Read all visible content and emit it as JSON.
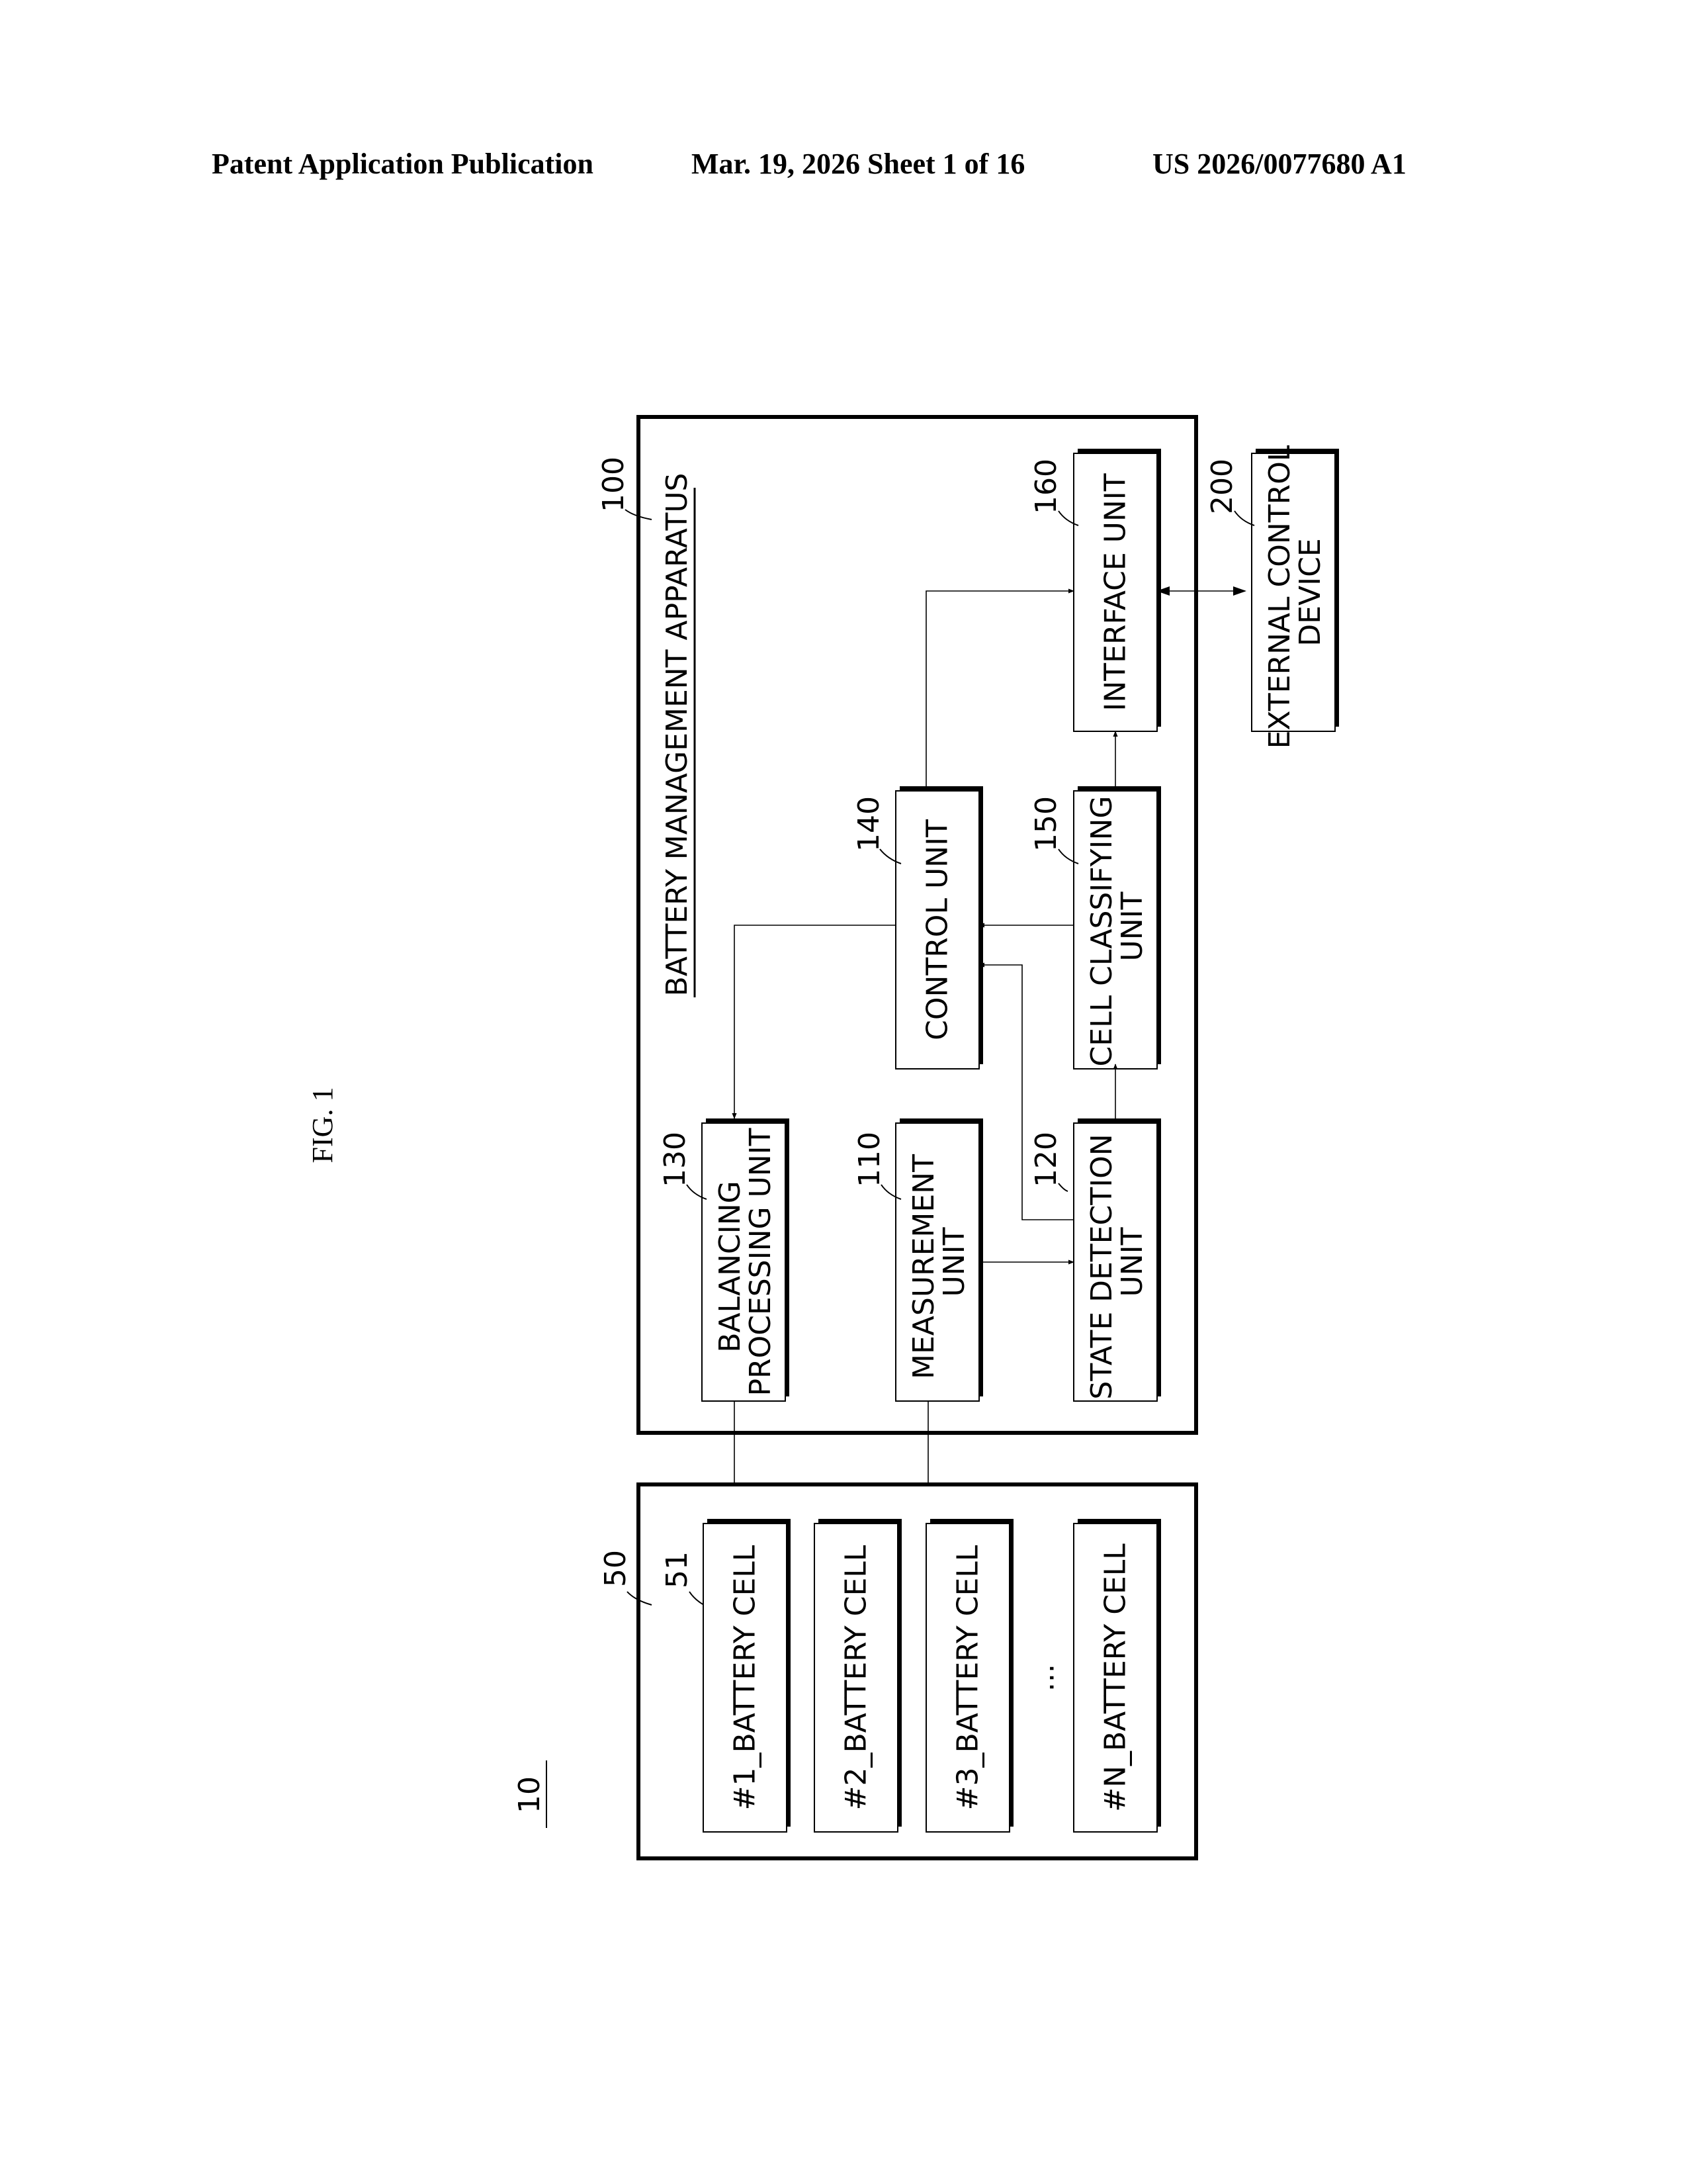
{
  "header": {
    "publication": "Patent Application Publication",
    "date_sheet": "Mar. 19, 2026  Sheet 1 of 16",
    "number": "US 2026/0077680 A1"
  },
  "figure": {
    "caption": "FIG. 1",
    "system_ref": "10",
    "pack_ref": "50",
    "bms_ref": "100",
    "bms_title": "BATTERY MANAGEMENT APPARATUS",
    "cell_ref": "51",
    "ellipsis": "...",
    "cells": [
      "#1_BATTERY CELL",
      "#2_BATTERY CELL",
      "#3_BATTERY CELL",
      "#N_BATTERY CELL"
    ],
    "units": {
      "balancing": {
        "ref": "130",
        "line1": "BALANCING",
        "line2": "PROCESSING UNIT"
      },
      "measurement": {
        "ref": "110",
        "line1": "MEASUREMENT",
        "line2": "UNIT"
      },
      "state_detection": {
        "ref": "120",
        "line1": "STATE DETECTION",
        "line2": "UNIT"
      },
      "control": {
        "ref": "140",
        "line1": "CONTROL UNIT"
      },
      "cell_classifying": {
        "ref": "150",
        "line1": "CELL CLASSIFYING",
        "line2": "UNIT"
      },
      "interface": {
        "ref": "160",
        "line1": "INTERFACE UNIT"
      },
      "external": {
        "ref": "200",
        "line1": "EXTERNAL CONTROL",
        "line2": "DEVICE"
      }
    }
  }
}
